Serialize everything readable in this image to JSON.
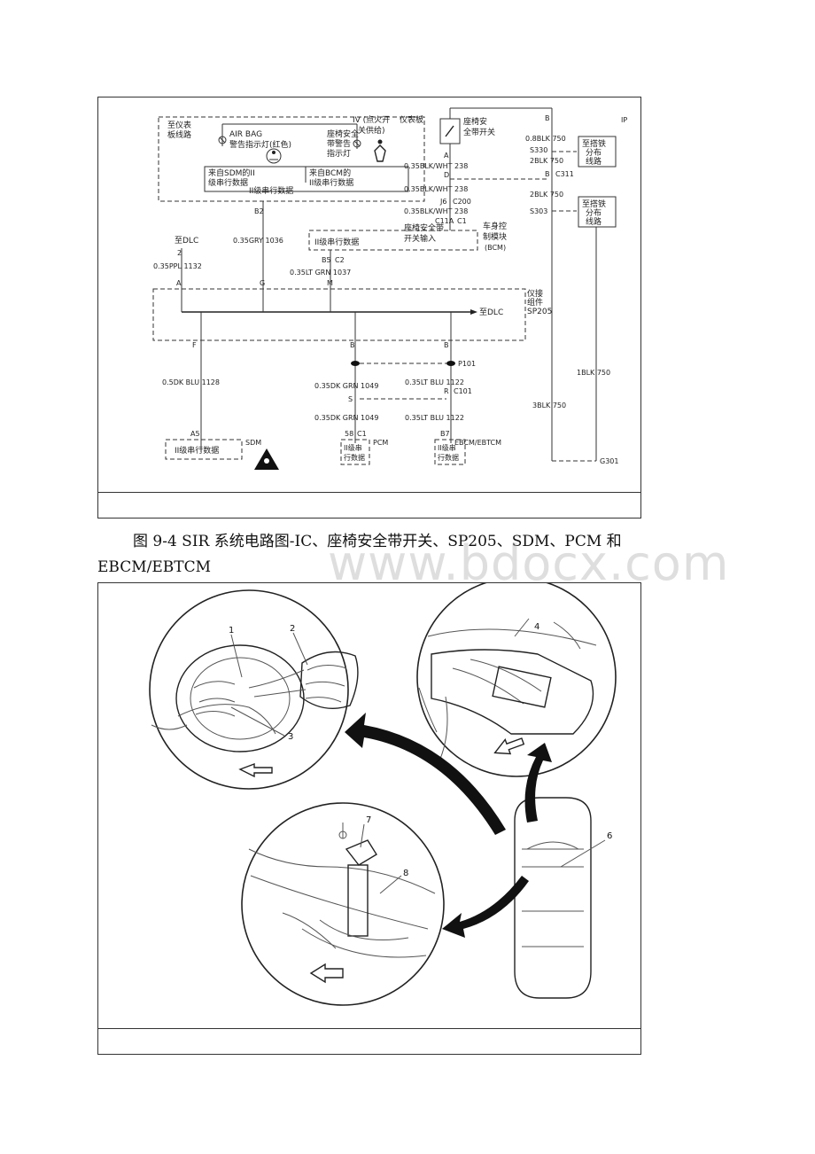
{
  "figure1": {
    "dash_label": "IP",
    "gauge_from": "至仪表",
    "gauge_from2": "板线路",
    "power_line1": "IV (点火开",
    "power_line2": "关供给)",
    "panel_label": "仪表板",
    "airbag_title": "AIR BAG",
    "airbag_desc": "警告指示灯(红色)",
    "seatbelt_ind1": "座椅安全",
    "seatbelt_ind2": "带警告",
    "seatbelt_ind3": "指示灯",
    "sdm_data1": "来自SDM的II",
    "sdm_data2": "级串行数据",
    "bcm_data1": "来自BCM的",
    "bcm_data2": "II级串行数据",
    "class2_data": "II级串行数据",
    "pin_b2": "B2",
    "wire_1036": "0.35GRY 1036",
    "dlc_top": "至DLC",
    "pin_2": "2",
    "wire_1132": "0.35PPL 1132",
    "bcm_input_box": "II级串行数据",
    "pin_b5": "B5",
    "pin_c2": "C2",
    "wire_1037": "0.35LT GRN 1037",
    "switch_label1": "座椅安",
    "switch_label2": "全带开关",
    "pin_a": "A",
    "wire_238a": "0.35BLK/WHT 238",
    "pin_d": "D",
    "wire_238b": "0.35BLK/WHT 238",
    "pin_j6": "J6",
    "c200": "C200",
    "wire_238c": "0.35BLK/WHT 238",
    "c11a": "C11A",
    "c1": "C1",
    "seatbelt_input1": "座椅安全带",
    "seatbelt_input2": "开关输入",
    "bcm_label1": "车身控",
    "bcm_label2": "制模块",
    "bcm_label3": "(BCM)",
    "pin_b_top": "B",
    "wire_750a": "0.8BLK 750",
    "s330": "S330",
    "wire_750b": "2BLK 750",
    "pin_b_c311": "B",
    "c311": "C311",
    "wire_750c": "2BLK 750",
    "s303": "S303",
    "ground_dist_1a": "至搭铁",
    "ground_dist_1b": "分布",
    "ground_dist_1c": "线路",
    "ground_dist_2a": "至搭铁",
    "ground_dist_2b": "分布",
    "ground_dist_2c": "线路",
    "pin_A": "A",
    "pin_G": "G",
    "pin_M": "M",
    "splice_label1": "仪接",
    "splice_label2": "组件",
    "splice_label3": "SP205",
    "dlc_mid": "至DLC",
    "pin_F": "F",
    "pin_B1": "B",
    "pin_B2": "B",
    "p101": "P101",
    "wire_1128": "0.5DK BLU 1128",
    "wire_1049a": "0.35DK GRN 1049",
    "wire_1122a": "0.35LT BLU 1122",
    "pin_S": "S",
    "pin_R": "R",
    "c101": "C101",
    "wire_1049b": "0.35DK GRN 1049",
    "wire_1122b": "0.35LT BLU 1122",
    "wire_750d": "1BLK 750",
    "wire_750e": "3BLK 750",
    "pin_A5": "A5",
    "sdm_box": "II级串行数据",
    "sdm_label": "SDM",
    "pin_58": "58",
    "c1b": "C1",
    "pcm_box1": "II级串",
    "pcm_box2": "行数据",
    "pcm_label": "PCM",
    "pin_B7": "B7",
    "ebcm_box1": "II级串",
    "ebcm_box2": "行数据",
    "ebcm_label": "EBCM/EBTCM",
    "g301": "G301"
  },
  "caption": {
    "line1": "图 9-4 SIR 系统电路图-IC、座椅安全带开关、SP205、SDM、PCM 和",
    "line2": "EBCM/EBTCM"
  },
  "watermark": "www.bdocx.com",
  "figure2": {
    "callouts": [
      "1",
      "2",
      "3",
      "4",
      "6",
      "7",
      "8"
    ]
  }
}
